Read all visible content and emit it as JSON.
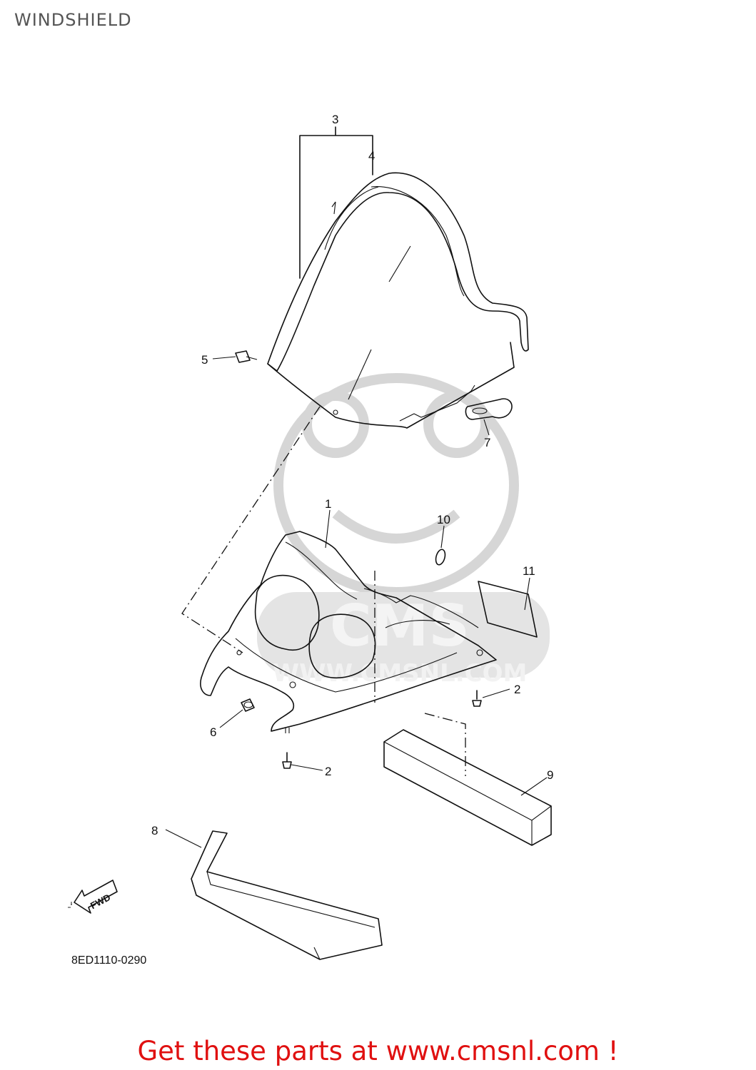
{
  "page": {
    "title": "WINDSHIELD",
    "drawing_code": "8ED1110-0290",
    "promo_text": "Get these parts at www.cmsnl.com !"
  },
  "watermark": {
    "text": "CMS",
    "url_text": "WWW.CMSNL.COM"
  },
  "fwd_arrow": {
    "label": "FWD"
  },
  "callouts": [
    "1",
    "2",
    "2",
    "3",
    "4",
    "5",
    "6",
    "7",
    "8",
    "9",
    "10",
    "11"
  ],
  "colors": {
    "promo": "#e01010",
    "line": "#111111",
    "watermark": "#dddddd"
  }
}
